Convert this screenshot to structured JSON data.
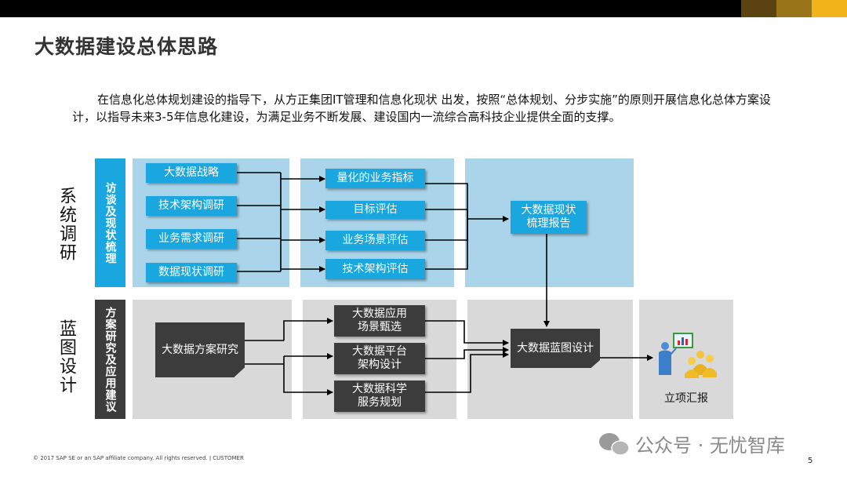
{
  "title": "大数据建设总体思路",
  "intro": "在信息化总体规划建设的指导下，从方正集团IT管理和信息化现状 出发，按照“总体规划、分步实施”的原则开展信息化总体方案设计，以指导未来3-5年信息化建设，为满足业务不断发展、建设国内一流综合高科技企业提供全面的支撑。",
  "sections": {
    "research": {
      "label": "系统调研",
      "tag": "访谈及现状梳理"
    },
    "blueprint": {
      "label": "蓝图设计",
      "tag": "方案研究及应用建议"
    }
  },
  "research": {
    "inputs": [
      "大数据战略",
      "技术架构调研",
      "业务需求调研",
      "数据现状调研"
    ],
    "evaluations": [
      "量化的业务指标",
      "目标评估",
      "业务场景评估",
      "技术架构评估"
    ],
    "output": "大数据现状梳理报告"
  },
  "blueprint": {
    "study": "大数据方案研究",
    "items": [
      "大数据应用场景甄选",
      "大数据平台架构设计",
      "大数据科学服务规划"
    ],
    "design": "大数据蓝图设计",
    "report": "立项汇报"
  },
  "footer": "© 2017 SAP SE or an SAP affiliate company. All rights reserved.  ǀ  CUSTOMER",
  "page_number": "5",
  "watermark": "公众号 · 无忧智库",
  "colors": {
    "accent_blue": "#1aa7e0",
    "panel_blue": "#a9d4ea",
    "panel_gray": "#d9d9d9",
    "dark_box": "#3c3c3c",
    "gold_1": "#5a4310",
    "gold_2": "#9a7418",
    "gold_3": "#d8a21a",
    "gold_4": "#f4ba1a"
  }
}
